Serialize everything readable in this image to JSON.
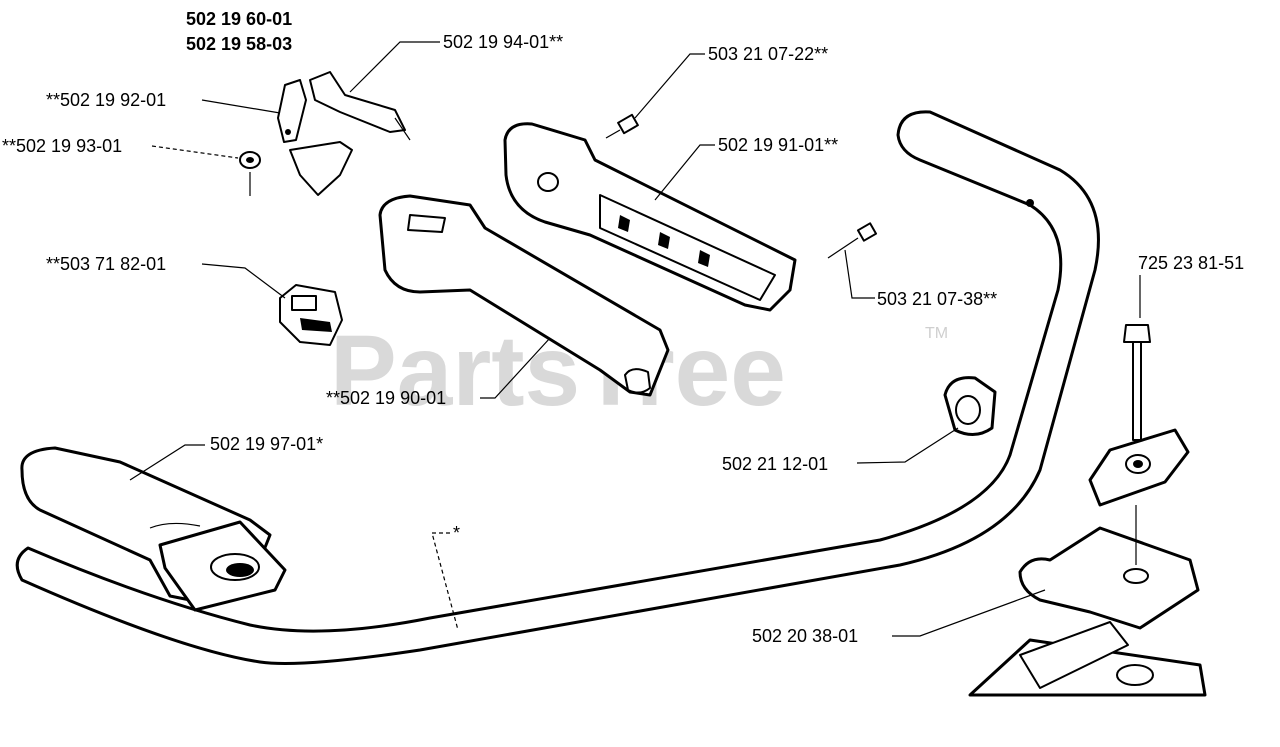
{
  "watermark": {
    "text": "PartsTree",
    "trademark": "TM"
  },
  "header_parts": [
    "502 19 60-01",
    "502 19 58-03"
  ],
  "callouts": {
    "guard_wire": "502 19 94-01**",
    "lever": "**502 19 92-01",
    "nut_small": "**502 19 93-01",
    "switch": "**503 71 82-01",
    "screw_top": "503 21 07-22**",
    "handle_half_upper": "502 19 91-01**",
    "screw_long": "503 21 07-38**",
    "handle_half_lower": "**502 19 90-01",
    "bolt": "725 23 81-51",
    "clamp_ring": "502 21 12-01",
    "grip": "502 19 97-01*",
    "handlebar": "*",
    "bracket": "502 20 38-01"
  }
}
